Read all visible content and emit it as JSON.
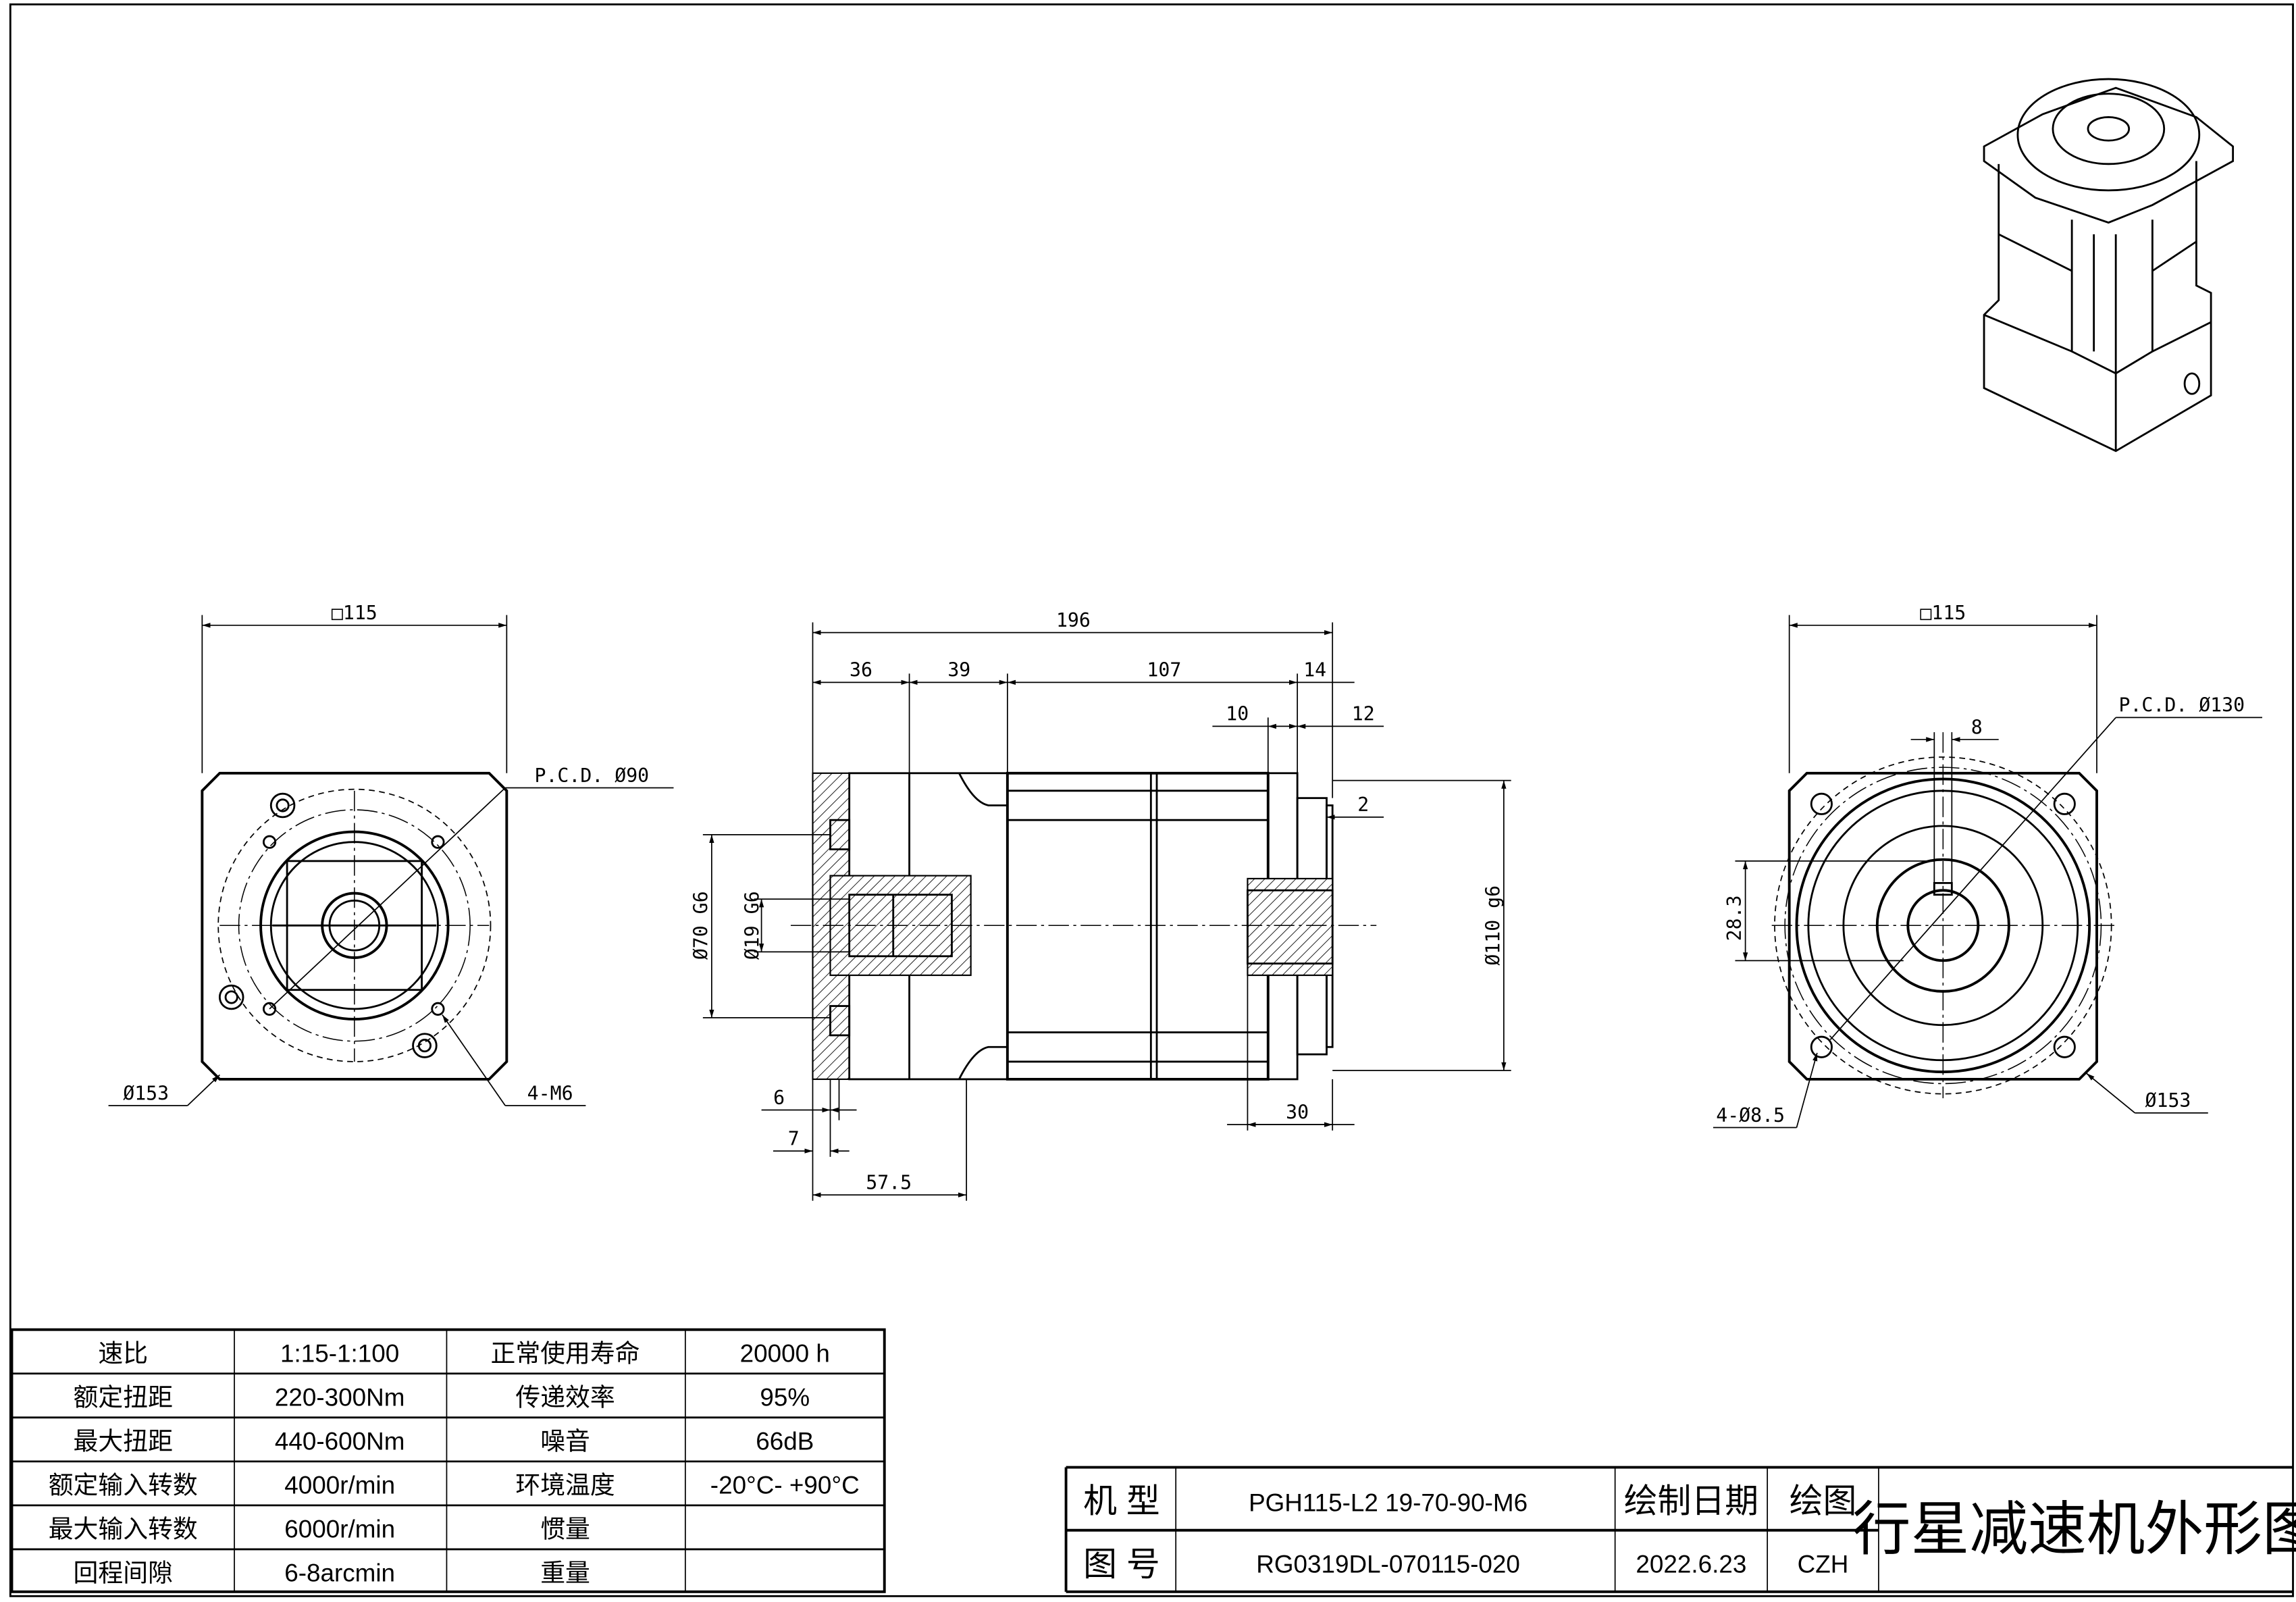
{
  "front_view_left": {
    "square_dim": "□115",
    "pcd_label": "P.C.D.  Ø90",
    "diameter_label": "Ø153",
    "holes_label": "4-M6"
  },
  "side_view": {
    "overall": "196",
    "segments": [
      "36",
      "39",
      "107",
      "14"
    ],
    "dim_10": "10",
    "dim_12": "12",
    "dim_2": "2",
    "dim_30": "30",
    "dim_6": "6",
    "dim_7": "7",
    "dim_57_5": "57.5",
    "dia_70": "Ø70 G6",
    "dia_19": "Ø19 G6",
    "dia_110": "Ø110 g6"
  },
  "front_view_right": {
    "square_dim": "□115",
    "pcd_label": "P.C.D. Ø130",
    "key_width": "8",
    "key_height": "28.3",
    "holes_label": "4-Ø8.5",
    "diameter_label": "Ø153"
  },
  "spec_table": {
    "rows": [
      [
        "速比",
        "1:15-1:100",
        "正常使用寿命",
        "20000 h"
      ],
      [
        "额定扭距",
        "220-300Nm",
        "传递效率",
        "95%"
      ],
      [
        "最大扭距",
        "440-600Nm",
        "噪音",
        "66dB"
      ],
      [
        "额定输入转数",
        "4000r/min",
        "环境温度",
        "-20°C- +90°C"
      ],
      [
        "最大输入转数",
        "6000r/min",
        "惯量",
        ""
      ],
      [
        "回程间隙",
        "6-8arcmin",
        "重量",
        ""
      ]
    ]
  },
  "title_block": {
    "model_label": "机 型",
    "model_value": "PGH115-L2 19-70-90-M6",
    "drawing_no_label": "图 号",
    "drawing_no_value": "RG0319DL-070115-020",
    "date_label": "绘制日期",
    "date_value": "2022.6.23",
    "drawer_label": "绘图",
    "drawer_value": "CZH",
    "title": "行星减速机外形图"
  }
}
